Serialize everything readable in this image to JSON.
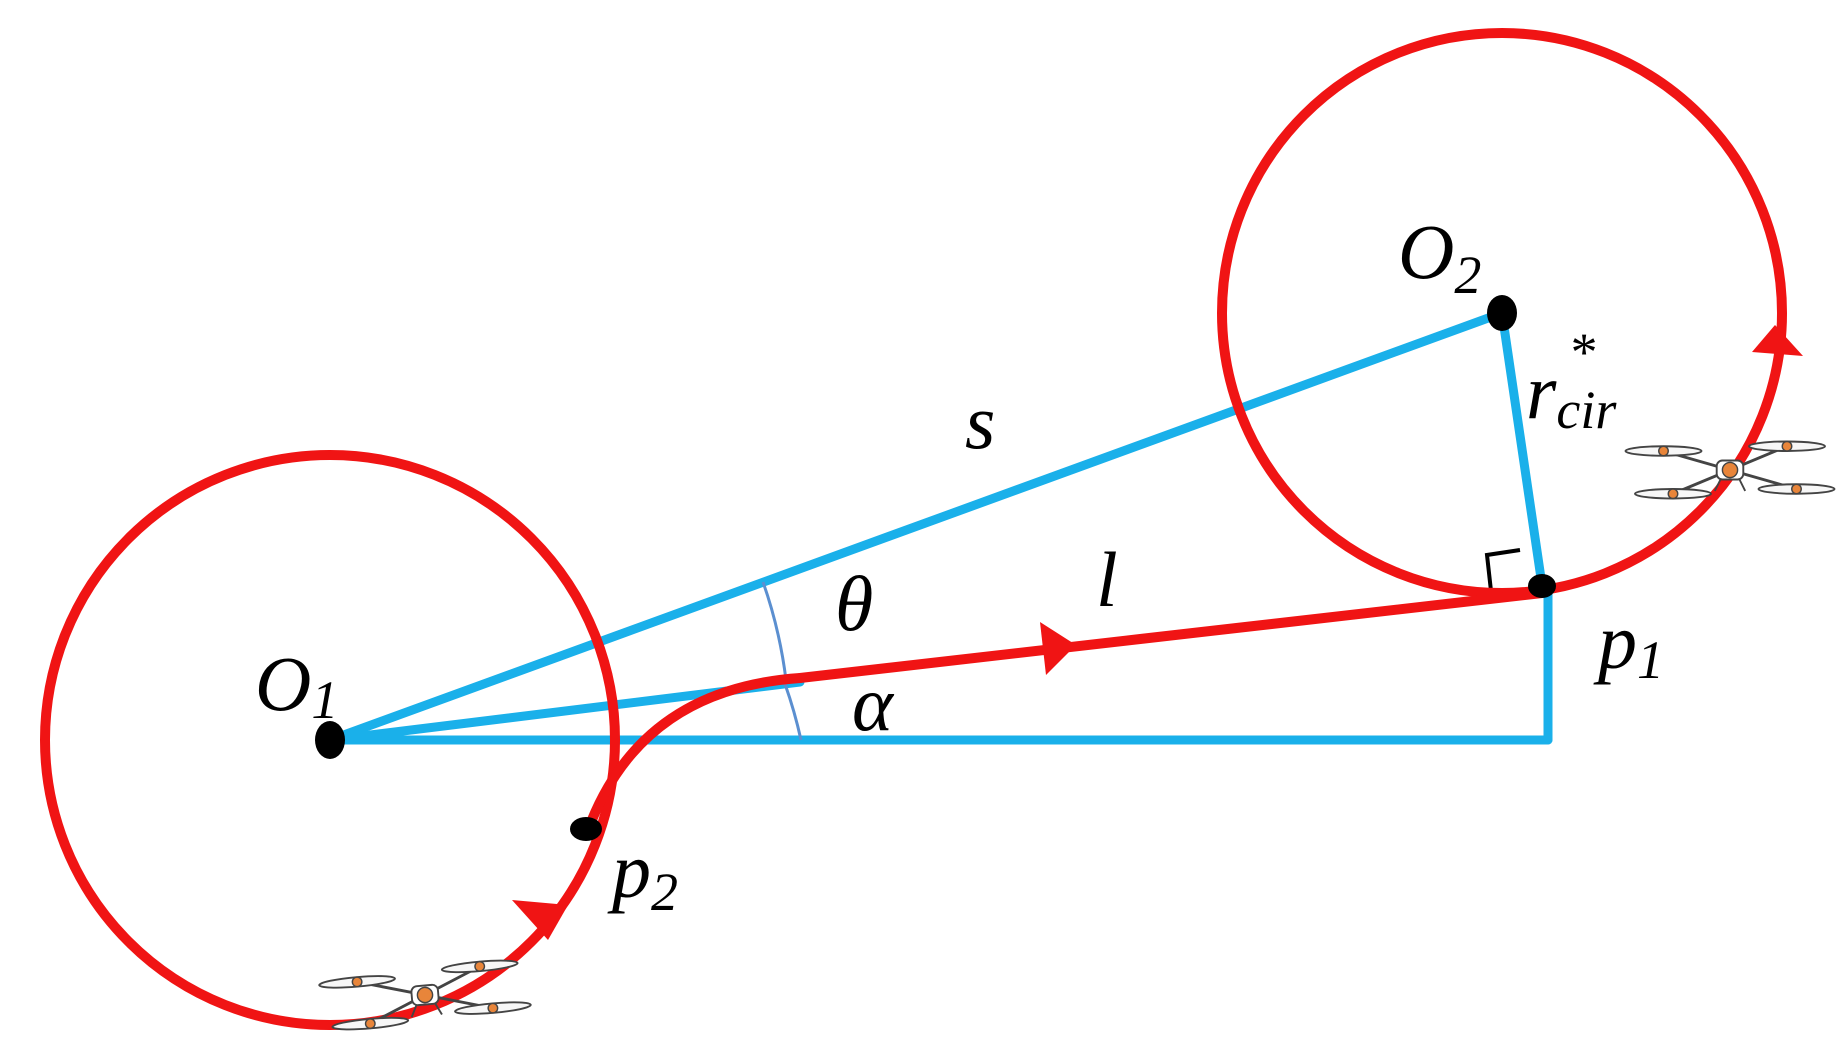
{
  "colors": {
    "path": "#f01414",
    "construction": "#1ab0ea",
    "angle_arc": "#5b8fd0",
    "point": "#000000",
    "drone_frame": "#444444",
    "drone_body": "#e8853a"
  },
  "labels": {
    "o1_main": "O",
    "o1_sub": "1",
    "o2_main": "O",
    "o2_sub": "2",
    "p1_main": "p",
    "p1_sub": "1",
    "p2_main": "p",
    "p2_sub": "2",
    "s": "s",
    "l": "l",
    "theta": "θ",
    "alpha": "α",
    "r_main": "r",
    "r_sub": "cir",
    "r_sup": "*"
  },
  "icons": {
    "drone_1": "quadcopter-drone-icon",
    "drone_2": "quadcopter-drone-icon"
  }
}
